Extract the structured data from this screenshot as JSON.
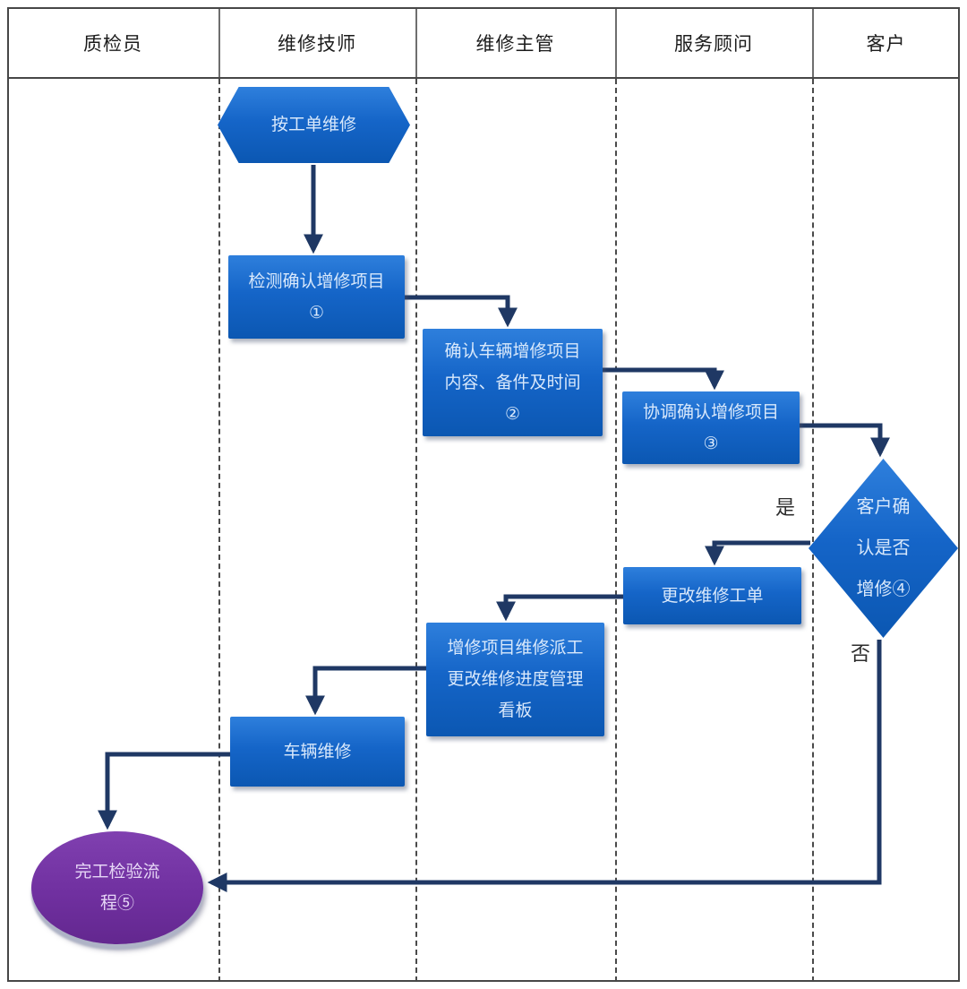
{
  "lanes": [
    {
      "label": "质检员"
    },
    {
      "label": "维修技师"
    },
    {
      "label": "维修主管"
    },
    {
      "label": "服务顾问"
    },
    {
      "label": "客户"
    }
  ],
  "nodes": {
    "start": {
      "shape": "hexagon",
      "lane": "维修技师",
      "label": "按工单维修"
    },
    "inspect": {
      "shape": "rect",
      "lane": "维修技师",
      "label": "检测确认增修项目\n①"
    },
    "confirm": {
      "shape": "rect",
      "lane": "维修主管",
      "label": "确认车辆增修项目\n内容、备件及时间\n②"
    },
    "coordinate": {
      "shape": "rect",
      "lane": "服务顾问",
      "label": "协调确认增修项目\n③"
    },
    "decision": {
      "shape": "diamond",
      "lane": "客户",
      "label": "客户确\n认是否\n增修④"
    },
    "change_order": {
      "shape": "rect",
      "lane": "服务顾问",
      "label": "更改维修工单"
    },
    "dispatch": {
      "shape": "rect",
      "lane": "维修主管",
      "label": "增修项目维修派工\n更改维修进度管理\n看板"
    },
    "repair": {
      "shape": "rect",
      "lane": "维修技师",
      "label": "车辆维修"
    },
    "final": {
      "shape": "ellipse",
      "lane": "质检员",
      "label": "完工检验流\n程⑤"
    }
  },
  "edge_labels": {
    "yes": "是",
    "no": "否"
  },
  "colors": {
    "node_blue": "#1565c8",
    "node_purple": "#7030a0",
    "arrow": "#1f3864",
    "border_gray": "#474747"
  }
}
